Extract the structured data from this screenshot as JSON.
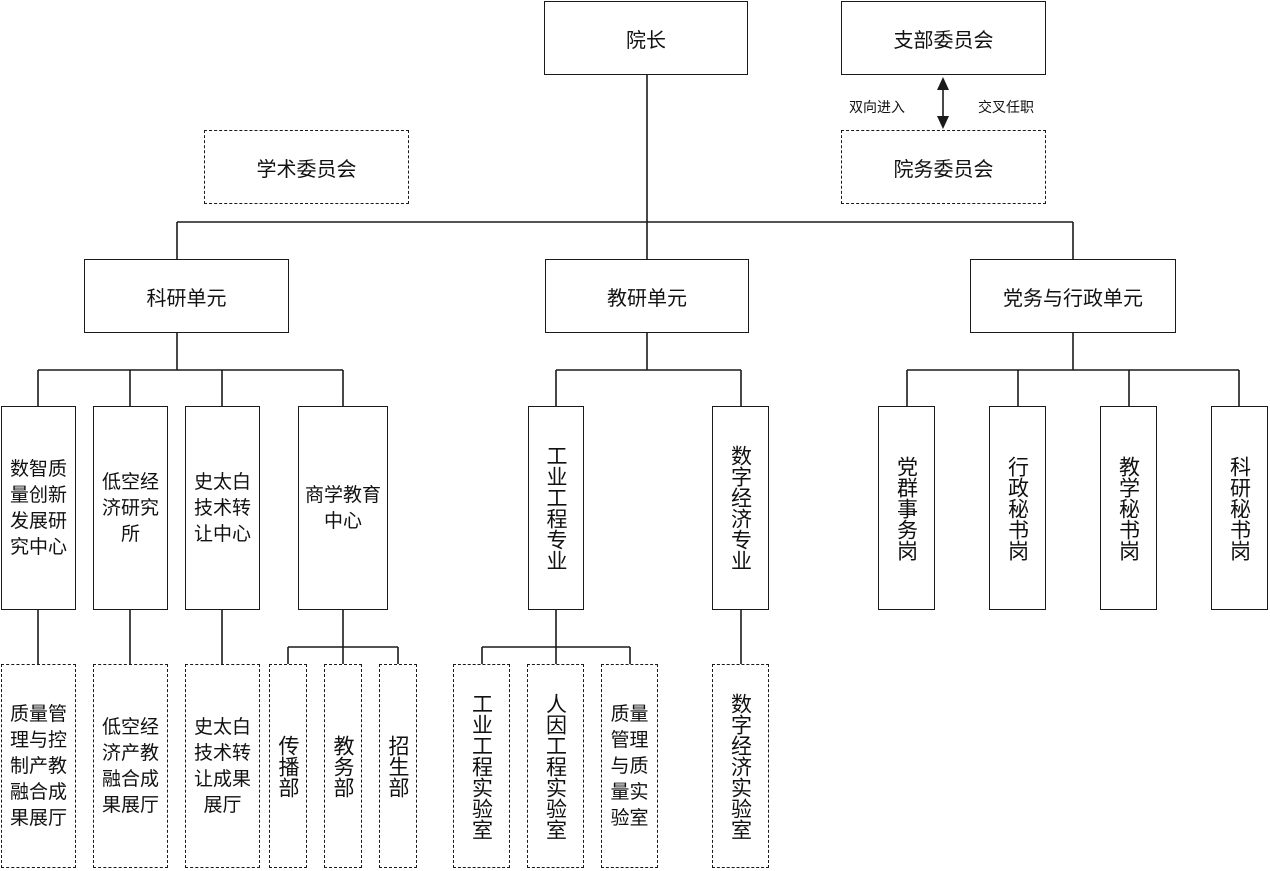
{
  "nodes": {
    "dean": "院长",
    "branch_committee": "支部委员会",
    "academic_committee": "学术委员会",
    "affairs_committee": "院务委员会",
    "research_unit": "科研单元",
    "teaching_unit": "教研单元",
    "party_admin_unit": "党务与行政单元",
    "digital_quality_center": "数智质量创新发展研究中心",
    "low_altitude_institute": "低空经济研究所",
    "stewart_center": "史太白技术转让中心",
    "business_edu_center": "商学教育中心",
    "industrial_eng_major": "工业工程专业",
    "digital_econ_major": "数字经济专业",
    "party_mass_post": "党群事务岗",
    "admin_secretary_post": "行政秘书岗",
    "teaching_secretary_post": "教学秘书岗",
    "research_secretary_post": "科研秘书岗",
    "quality_hall": "质量管理与控制产教融合成果展厅",
    "low_altitude_hall": "低空经济产教融合成果展厅",
    "stewart_hall": "史太白技术转让成果展厅",
    "communication_dept": "传播部",
    "education_dept": "教务部",
    "admission_dept": "招生部",
    "industrial_eng_lab": "工业工程实验室",
    "human_factors_lab": "人因工程实验室",
    "quality_mgmt_lab": "质量管理与质量实验室",
    "digital_econ_lab": "数字经济实验室"
  },
  "annotations": {
    "two_way_entry": "双向进入",
    "cross_appointment": "交叉任职"
  }
}
